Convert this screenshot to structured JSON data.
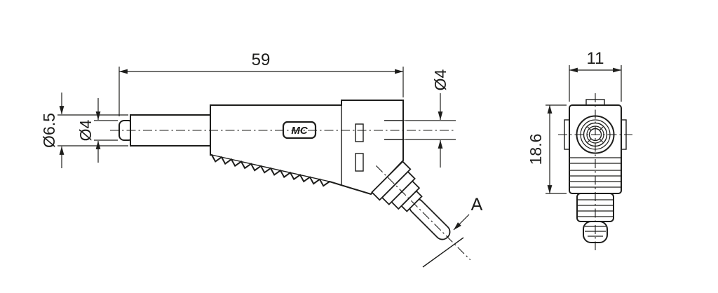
{
  "drawing": {
    "side_view": {
      "length_label": "59",
      "outer_dia_label": "Ø6.5",
      "pin_dia_label": "Ø4",
      "socket_dia_label": "Ø4",
      "logo_label": "MC",
      "cable_ref_label": "A"
    },
    "front_view": {
      "width_label": "11",
      "height_label": "18.6"
    },
    "colors": {
      "line": "#1d1d1b",
      "background": "#ffffff"
    }
  }
}
